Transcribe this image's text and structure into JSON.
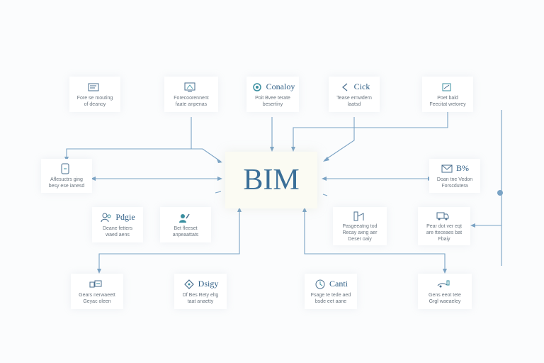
{
  "center": {
    "label": "BIM"
  },
  "nodes": {
    "t1": {
      "title": "",
      "desc": "Fore se mouting\nof deanoy",
      "icon": "card-icon"
    },
    "t2": {
      "title": "",
      "desc": "Forecoorennent\nfaate anpenas",
      "icon": "monitor-icon"
    },
    "t3": {
      "title": "Conaloy",
      "desc": "Poit Bvee terate\nbesertiny",
      "icon": "gear-icon"
    },
    "t4": {
      "title": "Cick",
      "desc": "Tease ernwdern\nlaatsd",
      "icon": "chevron-icon"
    },
    "t5": {
      "title": "",
      "desc": "Poet bald\nFeecitat wetorey",
      "icon": "box-icon"
    },
    "l1": {
      "title": "",
      "desc": "Aflesuctrs ging\nbesy ese ianesd",
      "icon": "tablet-icon"
    },
    "r1": {
      "title": "B%",
      "desc": "Doan tne Vedon\nForscdutera",
      "icon": "mail-icon"
    },
    "m1": {
      "title": "Pdgie",
      "desc": "Deane fetters\nwaed aens",
      "icon": "people-icon"
    },
    "m2": {
      "title": "",
      "desc": "Bet fleeset\nanpeaattats",
      "icon": "user-pen-icon"
    },
    "m3": {
      "title": "",
      "desc": "Pasgeeatng tod\nRecay axng aer\nDeser oaiy",
      "icon": "building-icon"
    },
    "m4": {
      "title": "",
      "desc": "Pear dot ver eqt\nare tteceaes bat\nFbaiy",
      "icon": "truck-icon"
    },
    "b1": {
      "title": "",
      "desc": "Gears nerwaeett\nGeyac oleen",
      "icon": "devices-icon"
    },
    "b2": {
      "title": "Dsigy",
      "desc": "Df Bes Rety eltg\ntaat anaetty",
      "icon": "diamond-icon"
    },
    "b3": {
      "title": "Canti",
      "desc": "Fsage te tede aed\nbsde eet aane",
      "icon": "clock-icon"
    },
    "b4": {
      "title": "",
      "desc": "Gens eeot tete\nGrgl waeaeley",
      "icon": "vehicle-icon"
    }
  },
  "colors": {
    "accent": "#3a6f98",
    "line": "#7aa3c5",
    "text": "#5b6670"
  }
}
